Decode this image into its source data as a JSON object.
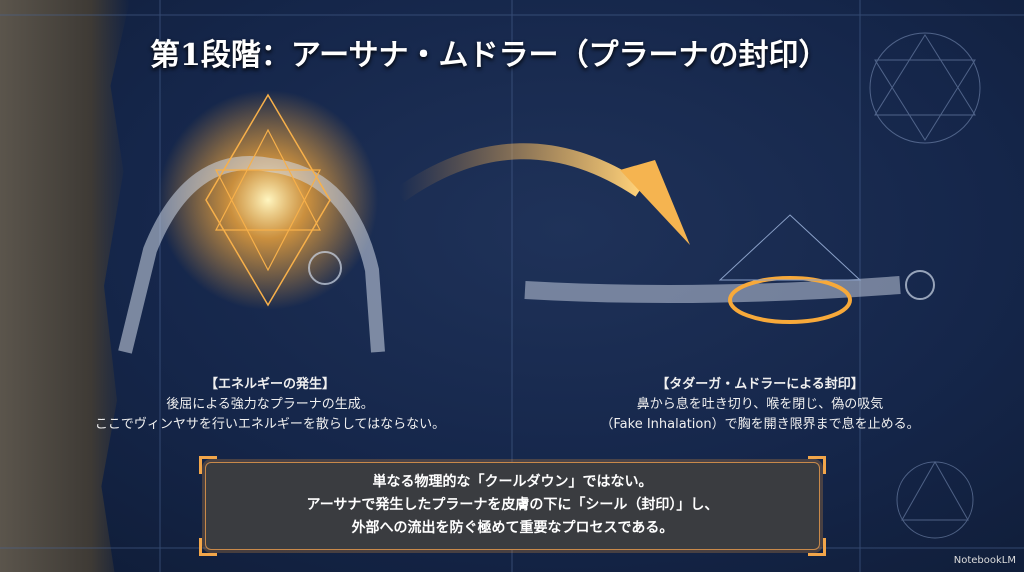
{
  "title": "第1段階：アーサナ・ムドラー（プラーナの封印）",
  "left_caption": {
    "heading": "【エネルギーの発生】",
    "line1": "後屈による強力なプラーナの生成。",
    "line2": "ここでヴィンヤサを行いエネルギーを散らしてはならない。"
  },
  "right_caption": {
    "heading": "【タダーガ・ムドラーによる封印】",
    "line1": "鼻から息を吐き切り、喉を閉じ、偽の吸気",
    "line2": "（Fake Inhalation）で胸を開き限界まで息を止める。"
  },
  "summary": {
    "line1": "単なる物理的な「クールダウン」ではない。",
    "line2": "アーサナで発生したプラーナを皮膚の下に「シール（封印）」し、",
    "line3": "外部への流出を防ぐ極めて重要なプロセスである。"
  },
  "brand": "NotebookLM",
  "colors": {
    "accent": "#f2a64a",
    "background": "#15264a"
  }
}
